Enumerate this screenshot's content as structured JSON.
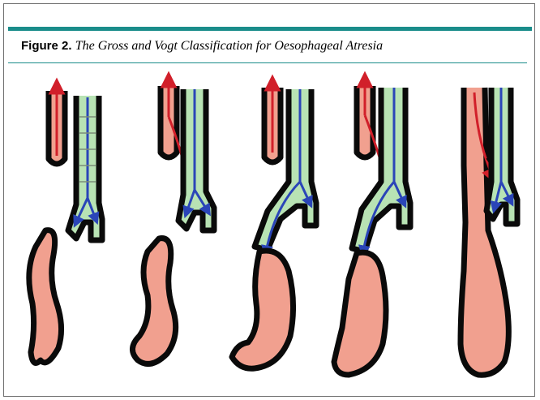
{
  "figure": {
    "label": "Figure 2.",
    "caption": "The Gross and Vogt Classification for Oesophageal Atresia"
  },
  "colors": {
    "accent_rule": "#1a8c8a",
    "oesophagus_fill": "#f1a08f",
    "trachea_fill": "#b8e3b4",
    "outline": "#0a0a0a",
    "airway_line": "#2a45b8",
    "arrow": "#d11f2a"
  },
  "illustration": {
    "panels": [
      {
        "id": "A",
        "description_icon": "pure-atresia-no-fistula"
      },
      {
        "id": "B",
        "description_icon": "proximal-fistula"
      },
      {
        "id": "C",
        "description_icon": "distal-fistula"
      },
      {
        "id": "D",
        "description_icon": "double-fistula"
      },
      {
        "id": "E",
        "description_icon": "h-type-fistula"
      }
    ]
  }
}
